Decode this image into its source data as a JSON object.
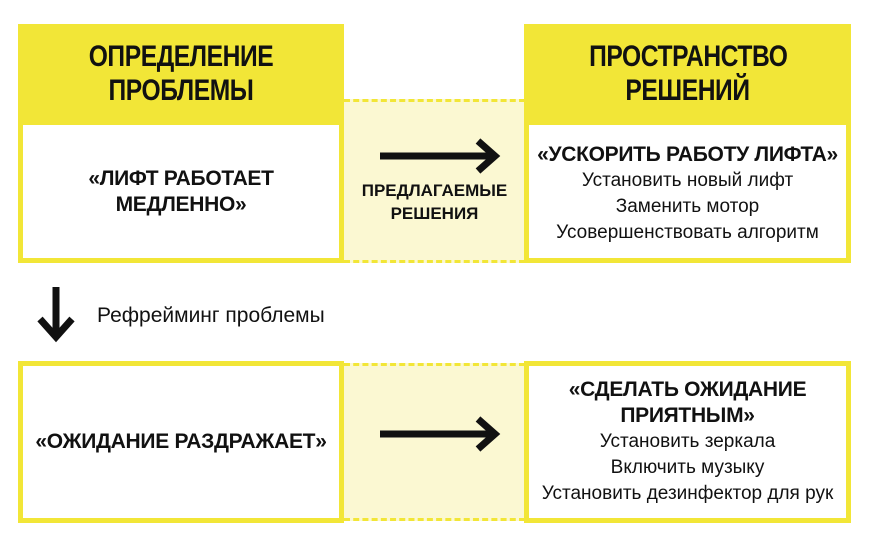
{
  "headers": {
    "problem": "ОПРЕДЕЛЕНИЕ ПРОБЛЕМЫ",
    "solutions": "ПРОСТРАНСТВО РЕШЕНИЙ"
  },
  "row1": {
    "problem": "«ЛИФТ РАБОТАЕТ МЕДЛЕННО»",
    "connector": "ПРЕДЛАГАЕМЫЕ РЕШЕНИЯ",
    "solution_title": "«УСКОРИТЬ РАБОТУ ЛИФТА»",
    "solutions": [
      "Установить новый лифт",
      "Заменить мотор",
      "Усовершенствовать алгоритм"
    ]
  },
  "reframe": {
    "label": "Рефрейминг проблемы"
  },
  "row2": {
    "problem": "«ОЖИДАНИЕ РАЗДРАЖАЕТ»",
    "solution_title": "«СДЕЛАТЬ ОЖИДАНИЕ ПРИЯТНЫМ»",
    "solutions": [
      "Установить зеркала",
      "Включить музыку",
      "Установить дезинфектор для рук"
    ]
  },
  "colors": {
    "accent": "#f2e637",
    "accent_light": "#fbf8d2",
    "arrow": "#111111"
  }
}
